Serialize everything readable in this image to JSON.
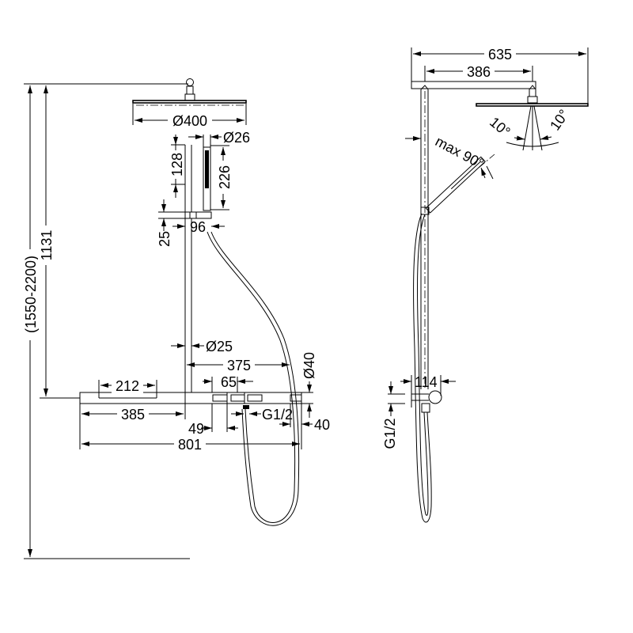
{
  "front_view": {
    "total_height_range": "(1550-2200)",
    "height_to_thermostat": "1131",
    "head_diameter": "Ø400",
    "handshower_diameter": "Ø26",
    "holder_height": "128",
    "handshower_length": "226",
    "bracket_height": "25",
    "bracket_width": "96",
    "pipe_diameter": "Ø25",
    "pipe_to_outlet": "375",
    "control_spacing": "65",
    "shelf_width": "212",
    "left_to_pipe": "385",
    "pipe_to_control": "49",
    "connection_thread": "G1/2",
    "bar_diameter": "Ø40",
    "end_offset": "40",
    "overall_width": "801"
  },
  "side_view": {
    "arm_projection": "635",
    "arm_to_head": "386",
    "tilt_left": "10°",
    "tilt_right": "10°",
    "handshower_angle": "max 90°",
    "thermostat_depth": "114",
    "connection_thread": "G1/2"
  }
}
